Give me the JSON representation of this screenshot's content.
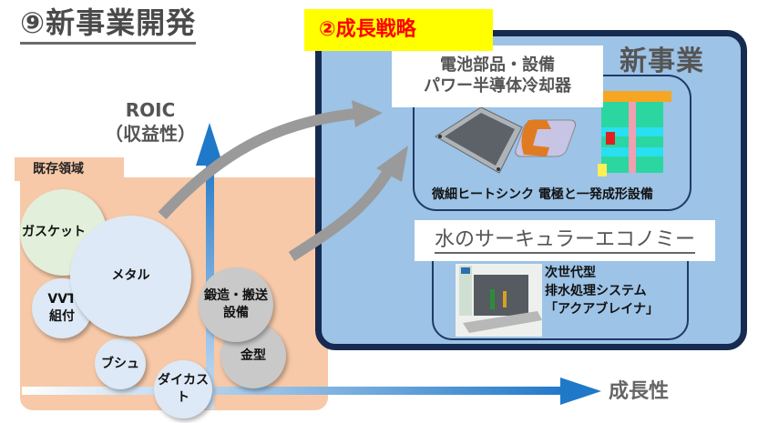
{
  "title": "⑨新事業開発",
  "strategy_badge": "②成長戦略",
  "axes": {
    "y_label_line1": "ROIC",
    "y_label_line2": "（収益性）",
    "x_label": "成長性"
  },
  "existing_domain": {
    "label": "既存領域",
    "bubbles": [
      {
        "label": "ガスケット",
        "color": "#e2efda"
      },
      {
        "label": "メタル",
        "color": "#dde9f6"
      },
      {
        "label": "VVT",
        "label2": "組付",
        "color": "#dde9f6"
      },
      {
        "label": "ブシュ",
        "color": "#dde9f6"
      },
      {
        "label": "ダイカスト",
        "color": "#dde9f6"
      },
      {
        "label": "鍛造・搬送",
        "label2": "設備",
        "color": "#c9c9c9"
      },
      {
        "label": "金型",
        "color": "#c9c9c9"
      }
    ]
  },
  "new_business": {
    "label": "新事業",
    "battery": {
      "title_line1": "電池部品・設備",
      "title_line2": "パワー半導体冷却器",
      "caption": "微細ヒートシンク 電極と一発成形設備"
    },
    "water": {
      "title": "水のサーキュラーエコノミー",
      "caption_line1": "次世代型",
      "caption_line2": "排水処理システム",
      "caption_line3": "「アクアブレイナ」"
    }
  },
  "colors": {
    "existing_bg": "#f7c9a8",
    "new_bg": "#9dc3e6",
    "new_border": "#172b50",
    "axis_blue": "#1f78c8",
    "badge_yellow": "#ffff00",
    "badge_red": "#ff0000",
    "arrow_gray": "#999999"
  }
}
